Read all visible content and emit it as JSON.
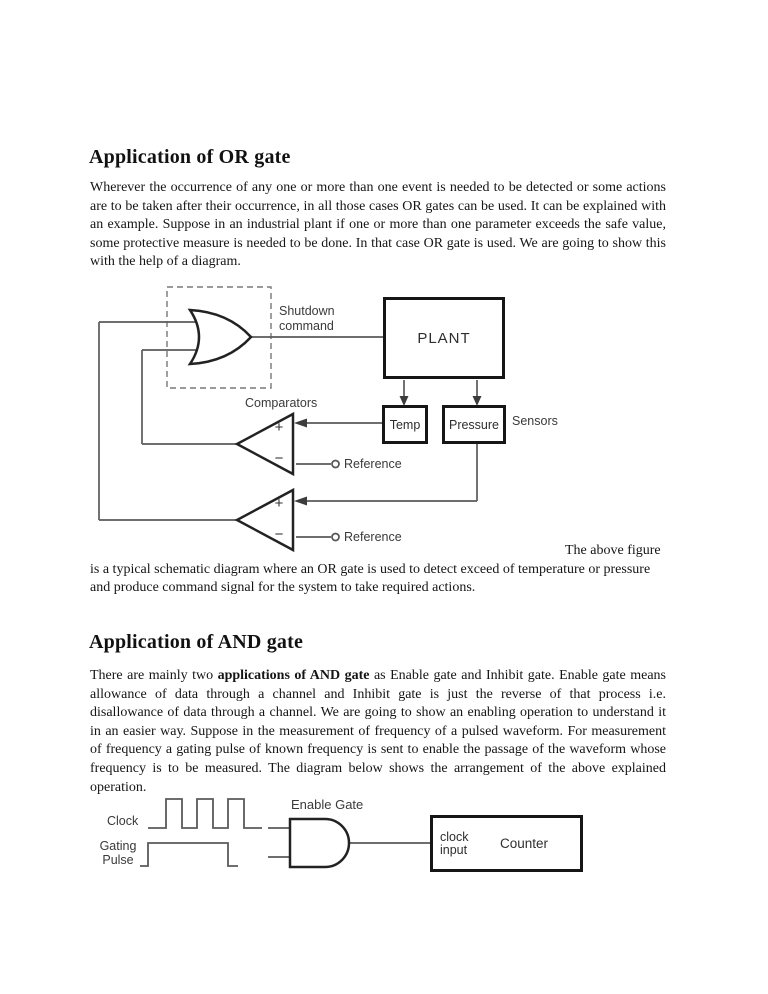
{
  "document": {
    "or_section": {
      "heading": "Application of OR gate",
      "paragraph": "Wherever the occurrence of any one or more than one event is needed to be detected or some actions are to be taken after their occurrence, in all those cases OR gates can be used. It can be explained with an example. Suppose in an industrial plant if one or more than one parameter exceeds the safe value, some protective measure is needed to be done. In that case OR gate is used. We are going to show this with the help of a diagram.",
      "figure_note": "The above figure is a typical schematic diagram where an OR gate is used to detect exceed of temperature or pressure and produce command signal for the system to take required actions."
    },
    "and_section": {
      "heading": "Application of AND gate",
      "paragraph_before_bold": "There are mainly two ",
      "paragraph_bold": "applications of AND gate",
      "paragraph_after_bold": " as Enable gate and Inhibit gate. Enable gate means allowance of data through a channel and Inhibit gate is just the reverse of that process i.e. disallowance of data through a channel. We are going to show an enabling operation to understand it in an easier way. Suppose in the measurement of frequency of a pulsed waveform. For measurement of frequency a gating pulse of known frequency is sent to enable the passage of the waveform whose frequency is to be measured. The diagram below shows the arrangement of the above explained operation."
    }
  },
  "or_diagram": {
    "labels": {
      "shutdown_command": "Shutdown command",
      "plant": "PLANT",
      "comparators": "Comparators",
      "temp": "Temp",
      "pressure": "Pressure",
      "sensors": "Sensors",
      "reference_top": "Reference",
      "reference_bottom": "Reference",
      "plus": "+",
      "minus": "−"
    }
  },
  "and_diagram": {
    "labels": {
      "clock": "Clock",
      "gating_pulse": "Gating Pulse",
      "enable_gate": "Enable Gate",
      "clock_input": "clock input",
      "counter": "Counter"
    }
  },
  "colors": {
    "ink": "#1c1c1c",
    "connection_line": "#5a5a5a",
    "shape_stroke": "#222222",
    "box_border": "#161616",
    "label_text": "#3a3a3a"
  }
}
